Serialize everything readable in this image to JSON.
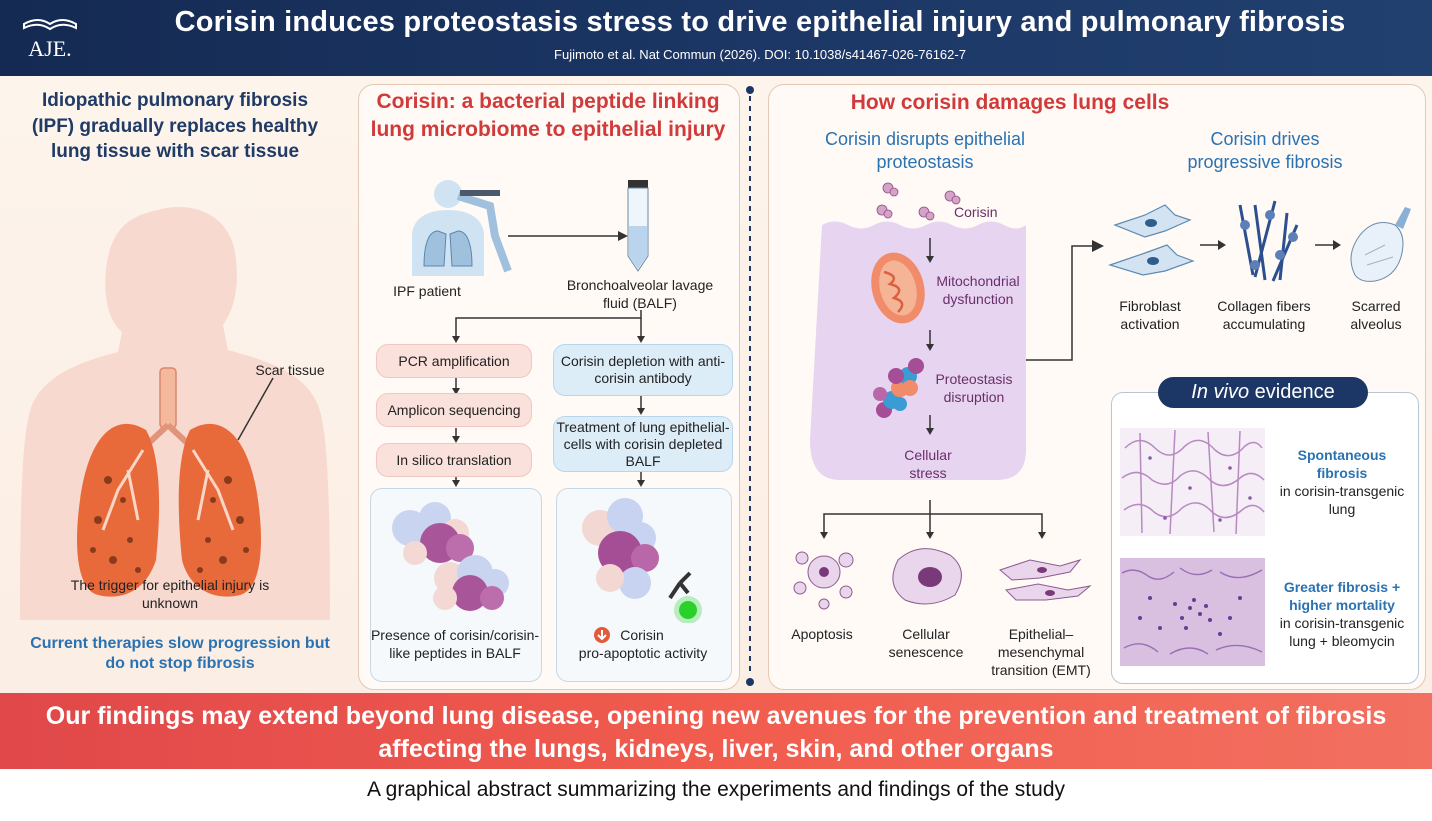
{
  "header": {
    "logo_text": "AJE.",
    "title": "Corisin induces proteostasis stress to drive epithelial injury and pulmonary fibrosis",
    "citation": "Fujimoto et al. Nat Commun (2026). DOI: 10.1038/s41467-026-76162-7"
  },
  "left_panel": {
    "heading": "Idiopathic pulmonary fibrosis (IPF) gradually replaces healthy lung tissue with scar tissue",
    "scar_label": "Scar tissue",
    "trigger_text": "The trigger for epithelial injury is unknown",
    "therapy_text": "Current therapies slow progression but do not stop fibrosis"
  },
  "middle_panel": {
    "heading": "Corisin: a bacterial peptide linking lung microbiome to epithelial injury",
    "ipf_patient": "IPF patient",
    "balf": "Bronchoalveolar lavage fluid (BALF)",
    "left_steps": [
      "PCR amplification",
      "Amplicon sequencing",
      "In silico translation"
    ],
    "right_steps": [
      "Corisin depletion with anti-corisin antibody",
      "Treatment of lung epithelial-cells with corisin depleted BALF"
    ],
    "left_result": "Presence of corisin/corisin-like peptides in BALF",
    "right_result_line1": "Corisin",
    "right_result_line2": "pro-apoptotic activity"
  },
  "right_panel": {
    "heading": "How corisin damages lung cells",
    "sub_left": "Corisin disrupts epithelial proteostasis",
    "sub_right": "Corisin drives progressive fibrosis",
    "corisin": "Corisin",
    "mito": "Mitochondrial dysfunction",
    "proteo": "Proteostasis disruption",
    "stress": "Cellular stress",
    "outcomes": [
      "Apoptosis",
      "Cellular senescence",
      "Epithelial–mesenchymal transition (EMT)"
    ],
    "fibrosis_steps": [
      "Fibroblast activation",
      "Collagen fibers accumulating",
      "Scarred alveolus"
    ],
    "invivo_title_italic": "In vivo",
    "invivo_title_rest": " evidence",
    "evidence1_bold": "Spontaneous fibrosis",
    "evidence1_rest": "in corisin-transgenic lung",
    "evidence2_bold": "Greater fibrosis + higher mortality",
    "evidence2_rest": "in corisin-transgenic lung + bleomycin"
  },
  "footer": {
    "text": "Our findings may extend beyond lung disease, opening new avenues for the prevention and treatment of fibrosis affecting the lungs, kidneys, liver, skin, and other organs"
  },
  "caption": "A graphical abstract summarizing the experiments and findings of the study",
  "colors": {
    "navy": "#1c3766",
    "red": "#d13a3a",
    "blue": "#2a72b2",
    "coral": "#ef5a4d"
  }
}
